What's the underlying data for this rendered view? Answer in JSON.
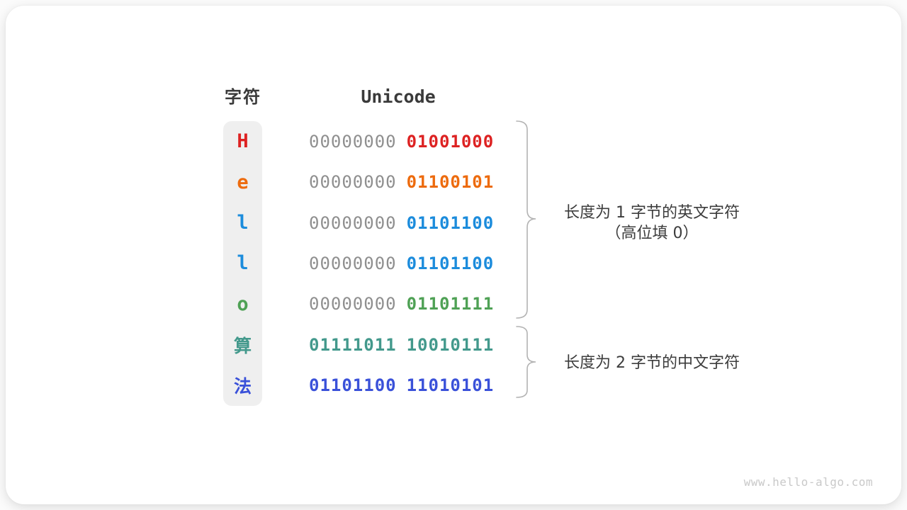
{
  "header": {
    "char": "字符",
    "unicode": "Unicode"
  },
  "rows": [
    {
      "char": "H",
      "color": "#dd2222",
      "cjk": false,
      "bytes": [
        {
          "text": "00000000",
          "color": "#8f8f8f",
          "weight": "400"
        },
        {
          "text": "01001000",
          "color": "#dd2222",
          "weight": "700"
        }
      ]
    },
    {
      "char": "e",
      "color": "#ed6b0e",
      "cjk": false,
      "bytes": [
        {
          "text": "00000000",
          "color": "#8f8f8f",
          "weight": "400"
        },
        {
          "text": "01100101",
          "color": "#ed6b0e",
          "weight": "700"
        }
      ]
    },
    {
      "char": "l",
      "color": "#1c8cdc",
      "cjk": false,
      "bytes": [
        {
          "text": "00000000",
          "color": "#8f8f8f",
          "weight": "400"
        },
        {
          "text": "01101100",
          "color": "#1c8cdc",
          "weight": "700"
        }
      ]
    },
    {
      "char": "l",
      "color": "#1c8cdc",
      "cjk": false,
      "bytes": [
        {
          "text": "00000000",
          "color": "#8f8f8f",
          "weight": "400"
        },
        {
          "text": "01101100",
          "color": "#1c8cdc",
          "weight": "700"
        }
      ]
    },
    {
      "char": "o",
      "color": "#4fa155",
      "cjk": false,
      "bytes": [
        {
          "text": "00000000",
          "color": "#8f8f8f",
          "weight": "400"
        },
        {
          "text": "01101111",
          "color": "#4fa155",
          "weight": "700"
        }
      ]
    },
    {
      "char": "算",
      "color": "#43998c",
      "cjk": true,
      "bytes": [
        {
          "text": "01111011",
          "color": "#43998c",
          "weight": "700"
        },
        {
          "text": "10010111",
          "color": "#43998c",
          "weight": "700"
        }
      ]
    },
    {
      "char": "法",
      "color": "#3a51d9",
      "cjk": true,
      "bytes": [
        {
          "text": "01101100",
          "color": "#3a51d9",
          "weight": "700"
        },
        {
          "text": "11010101",
          "color": "#3a51d9",
          "weight": "700"
        }
      ]
    }
  ],
  "annotations": {
    "english": {
      "line1": "长度为 1 字节的英文字符",
      "line2": "（高位填 0）"
    },
    "chinese": {
      "line1": "长度为 2 字节的中文字符"
    }
  },
  "watermark": "www.hello-algo.com",
  "colors": {
    "heading": "#3a3a3a",
    "text": "#3c3c3c",
    "muted": "#8f8f8f",
    "brace": "#b3b3b3",
    "column_bg": "#efefef",
    "watermark": "#c9c9c9"
  }
}
